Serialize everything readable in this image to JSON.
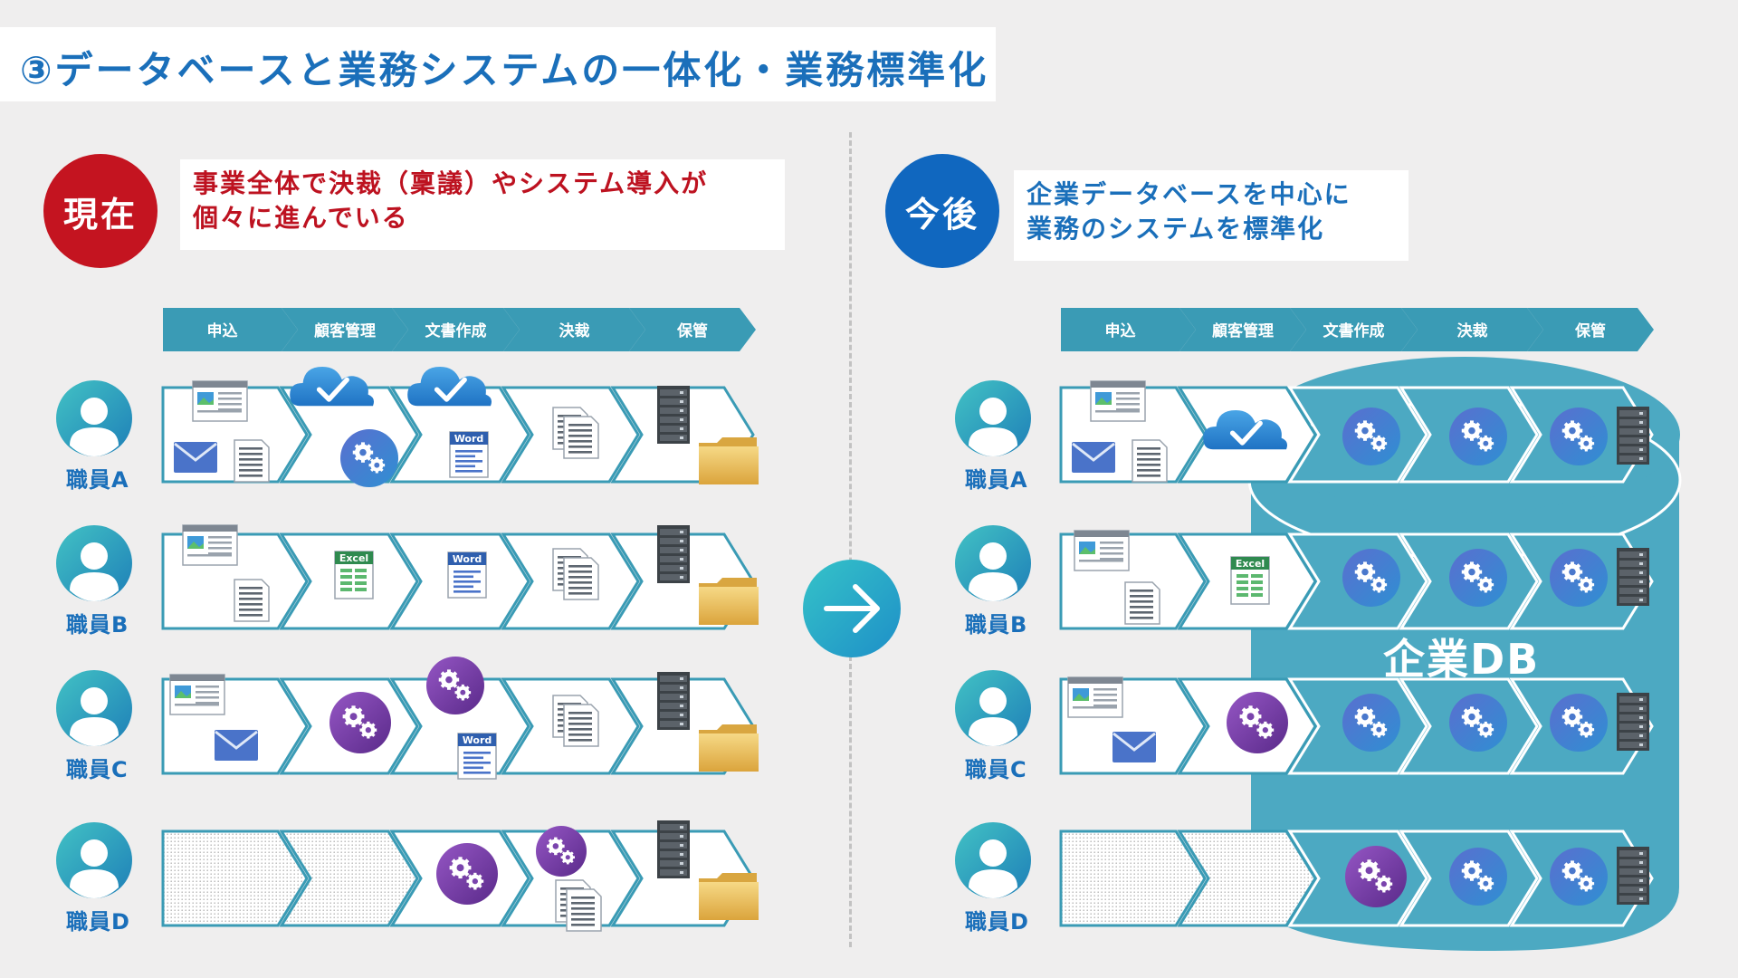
{
  "title": "③データベースと業務システムの一体化・業務標準化",
  "left": {
    "badge": "現在",
    "message_line1": "事業全体で決裁（稟議）やシステム導入が",
    "message_line2": "個々に進んでいる"
  },
  "right": {
    "badge": "今後",
    "message_line1": "企業データベースを中心に",
    "message_line2": "業務のシステムを標準化",
    "db_label": "企業DB"
  },
  "process_steps": [
    "申込",
    "顧客管理",
    "文書作成",
    "決裁",
    "保管"
  ],
  "staff": [
    "職員A",
    "職員B",
    "職員C",
    "職員D"
  ],
  "icon_text": {
    "word": "Word",
    "excel": "Excel"
  },
  "colors": {
    "title_blue": "#1a6fba",
    "current_red": "#c41420",
    "future_blue": "#1067bf",
    "process_teal": "#3a9bb5",
    "db_teal": "#4ca9c2"
  }
}
